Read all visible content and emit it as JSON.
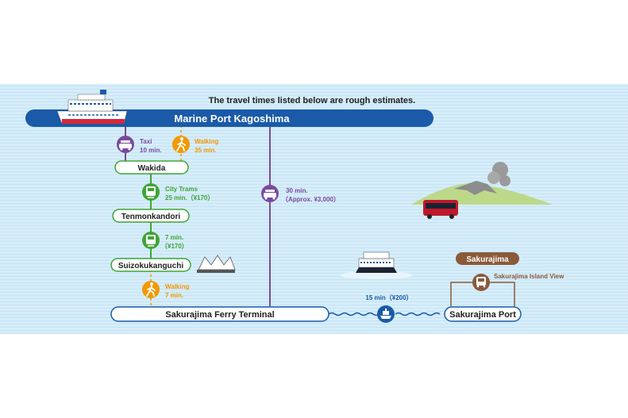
{
  "note": "The travel times listed below are rough estimates.",
  "stations": {
    "marine_port": "Marine Port Kagoshima",
    "wakida": "Wakida",
    "tenmonkandori": "Tenmonkandori",
    "suizokukanguchi": "Suizokukanguchi",
    "ferry_terminal": "Sakurajima Ferry Terminal",
    "sakurajima_port": "Sakurajima Port"
  },
  "area_label": "Sakurajima",
  "segments": {
    "taxi_mode": "Taxi",
    "taxi_time": "10 min.",
    "walk1_mode": "Walking",
    "walk1_time": "35 min.",
    "tram1_mode": "City Trams",
    "tram1_time": "25 min.（¥170）",
    "tram2_time": "7 min.",
    "tram2_fare": "（¥170）",
    "walk2_mode": "Walking",
    "walk2_time": "7 min.",
    "taxi2_time": "30 min.",
    "taxi2_fare": "（Approx. ¥3,000）",
    "ferry_time": "15 min（¥200）",
    "bus_label": "Sakurajima Island View"
  },
  "colors": {
    "navy": "#1a5aa8",
    "sky": "#cfe9f8",
    "green": "#3fa535",
    "orange": "#f39800",
    "purple": "#7a4a9c",
    "brown": "#8a5a3a"
  }
}
